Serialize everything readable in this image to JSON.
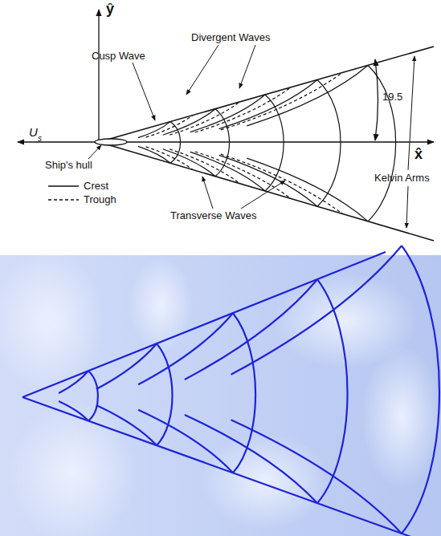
{
  "diagram": {
    "labels": [
      "ŷ",
      "x̂",
      "U",
      "s",
      "Divergent Waves",
      "Cusp Wave",
      "19.5",
      "Ship's hull",
      "Transverse Waves",
      "Kelvin Arms"
    ],
    "legend": [
      {
        "text": "Crest"
      },
      {
        "text": "Trough"
      }
    ]
  }
}
